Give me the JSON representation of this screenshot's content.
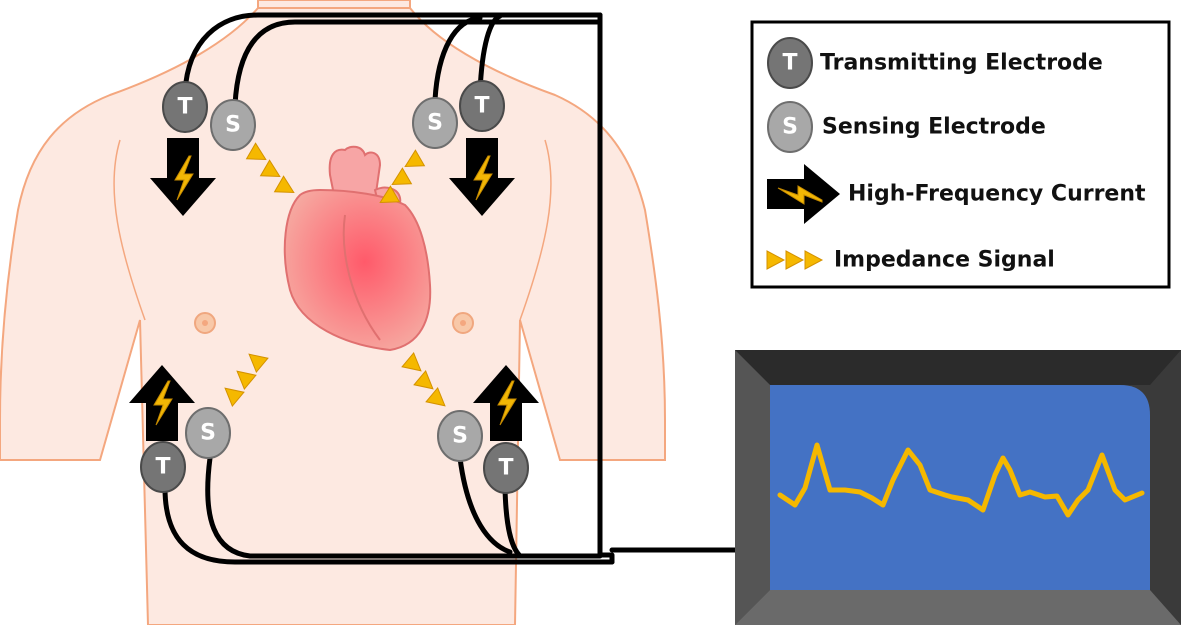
{
  "electrodes": {
    "transmitting_letter": "T",
    "sensing_letter": "S"
  },
  "legend": {
    "transmitting": "Transmitting Electrode",
    "sensing": "Sensing Electrode",
    "current": "High-Frequency Current",
    "impedance": "Impedance Signal"
  },
  "colors": {
    "skin": "#fde9e1",
    "skin_outline": "#f4a77f",
    "transmitting": "#757575",
    "sensing": "#a8a8a8",
    "bolt": "#f2b705",
    "signal": "#f5b800",
    "screen": "#4472c4",
    "monitor_frame": "#3a3a3a",
    "heart": "#f08a8a"
  }
}
